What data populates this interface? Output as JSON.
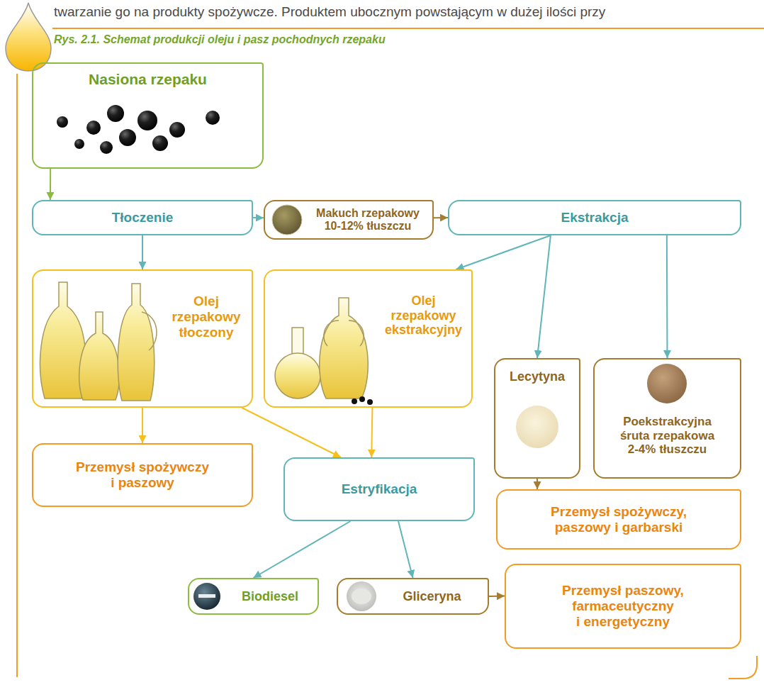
{
  "diagram": {
    "title": "Rys. 2.1. Schemat produkcji oleju i pasz pochodnych rzepaku",
    "nodes": [
      {
        "text": [
          "Nasiona rzepaku"
        ]
      },
      {
        "text": [
          "Tłoczenie"
        ]
      },
      {
        "text": [
          "Makuch rzepakowy 10-12% tłuszczu"
        ]
      },
      {
        "text": [
          "Ekstrakcja"
        ]
      },
      {
        "text": [
          "Olej rzepakowy tłoczony"
        ]
      },
      {
        "text": [
          "Olej rzepakowy ekstrakcyjny"
        ]
      },
      {
        "text": [
          "Lecytyna"
        ]
      },
      {
        "text": [
          "Poekstrakcyjna śruta rzepakowa 2-4% tłuszczu"
        ]
      },
      {
        "text": [
          "Przemysł spożywczy i paszowy"
        ]
      },
      {
        "text": [
          "Estryfikacja"
        ]
      },
      {
        "text": [
          "Przemysł spożywczy, paszowy i garbarski"
        ]
      },
      {
        "text": [
          "Biodiesel"
        ]
      },
      {
        "text": [
          "Gliceryna"
        ]
      },
      {
        "text": [
          "Przemysł paszowy, farmaceutyczny i energetyczny"
        ]
      }
    ],
    "edges": [
      {
        "from": 0,
        "to": 1,
        "arrow": "to"
      },
      {
        "from": 1,
        "to": 2,
        "arrow": "to"
      },
      {
        "from": 1,
        "to": 4,
        "arrow": "to"
      },
      {
        "from": 2,
        "to": 3,
        "arrow": "to"
      },
      {
        "from": 3,
        "to": 5,
        "arrow": "to"
      },
      {
        "from": 3,
        "to": 6,
        "arrow": "to"
      },
      {
        "from": 3,
        "to": 7,
        "arrow": "to"
      },
      {
        "from": 4,
        "to": 8,
        "arrow": "to"
      },
      {
        "from": 4,
        "to": 9,
        "arrow": "to"
      },
      {
        "from": 5,
        "to": 9,
        "arrow": "to"
      },
      {
        "from": 6,
        "to": 10,
        "arrow": "to"
      },
      {
        "from": 9,
        "to": 11,
        "arrow": "to"
      },
      {
        "from": 9,
        "to": 12,
        "arrow": "to"
      },
      {
        "from": 12,
        "to": 13,
        "arrow": "to"
      }
    ],
    "labels": [
      "twarzanie go na produkty spożywcze. Produktem ubocznym powstającym w dużej ilości przy"
    ]
  }
}
